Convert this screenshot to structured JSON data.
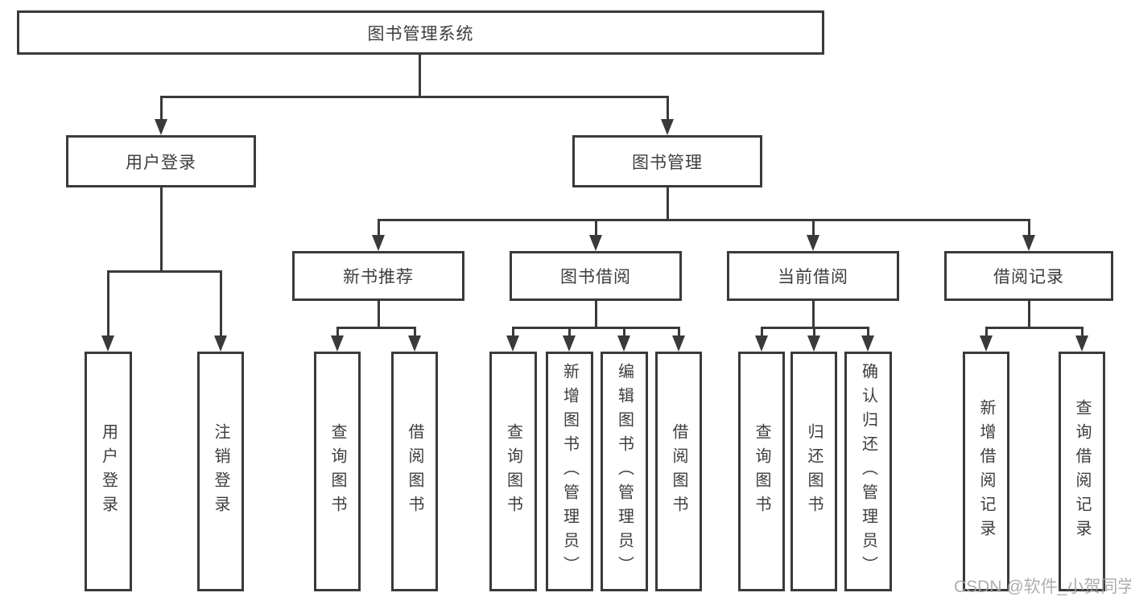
{
  "diagram": {
    "title": "图书管理系统",
    "tree": {
      "label": "图书管理系统",
      "children": [
        {
          "label": "用户登录",
          "children": [
            {
              "label": "用户登录"
            },
            {
              "label": "注销登录"
            }
          ]
        },
        {
          "label": "图书管理",
          "children": [
            {
              "label": "新书推荐",
              "children": [
                {
                  "label": "查询图书"
                },
                {
                  "label": "借阅图书"
                }
              ]
            },
            {
              "label": "图书借阅",
              "children": [
                {
                  "label": "查询图书"
                },
                {
                  "label": "新增图书（管理员）"
                },
                {
                  "label": "编辑图书（管理员）"
                },
                {
                  "label": "借阅图书"
                }
              ]
            },
            {
              "label": "当前借阅",
              "children": [
                {
                  "label": "查询图书"
                },
                {
                  "label": "归还图书"
                },
                {
                  "label": "确认归还（管理员）"
                }
              ]
            },
            {
              "label": "借阅记录",
              "children": [
                {
                  "label": "新增借阅记录"
                },
                {
                  "label": "查询借阅记录"
                }
              ]
            }
          ]
        }
      ]
    }
  },
  "watermark": {
    "text": "CSDN @软件_小贺同学"
  },
  "colors": {
    "box_border": "#3a3a3a",
    "box_fill": "#ffffff",
    "text": "#3d3d3d",
    "connector": "#3a3a3a",
    "watermark_text": "#a5a5a5"
  }
}
